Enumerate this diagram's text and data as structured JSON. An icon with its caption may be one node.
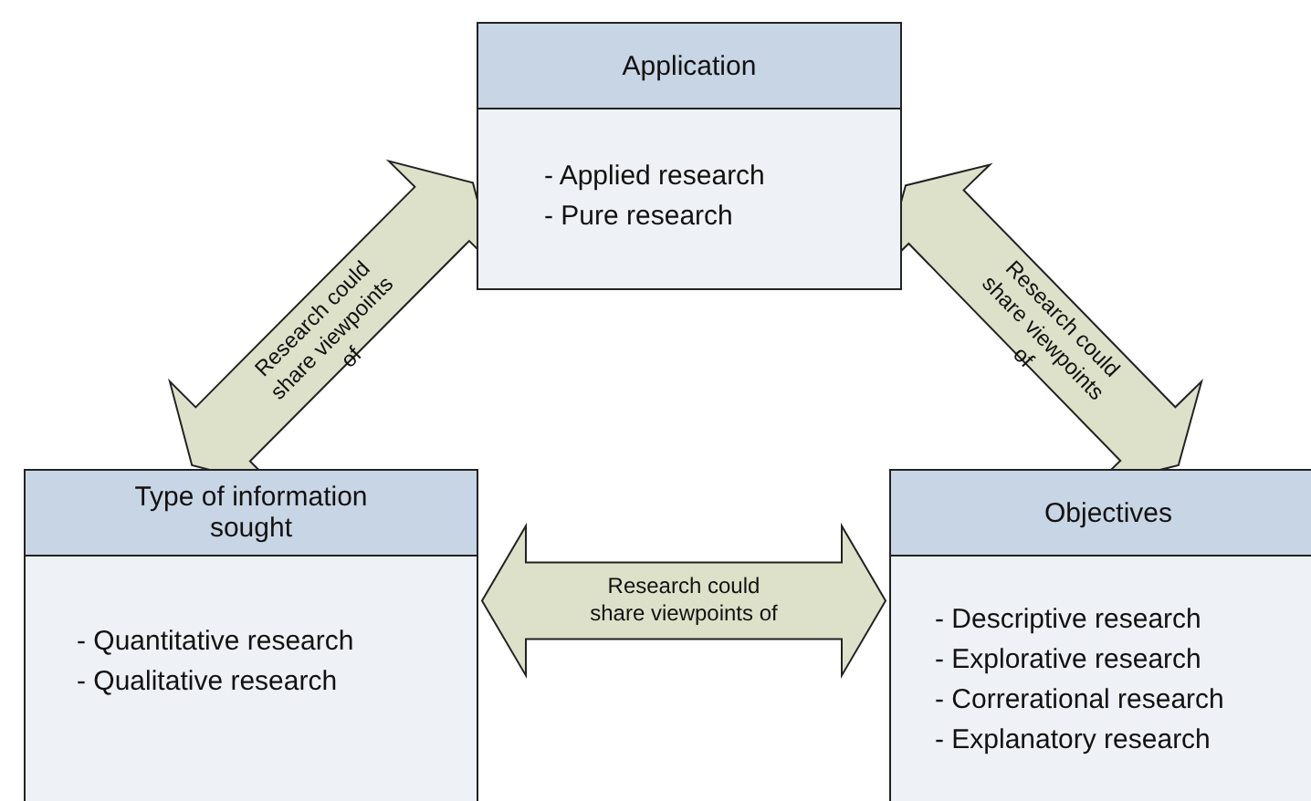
{
  "diagram": {
    "nodes": [
      {
        "text": [
          "Application",
          "- Applied research",
          "- Pure research"
        ]
      },
      {
        "text": [
          "Type of information sought",
          "- Quantitative research",
          "- Qualitative research"
        ]
      },
      {
        "text": [
          "Objectives",
          "- Descriptive research",
          "- Explorative research",
          "- Correrational research",
          "- Explanatory research"
        ]
      }
    ],
    "edges": [
      {
        "from": 1,
        "to": 0,
        "arrow": "both",
        "label": "Research could share viewpoints of"
      },
      {
        "from": 0,
        "to": 2,
        "arrow": "both",
        "label": "Research could share viewpoints of"
      },
      {
        "from": 1,
        "to": 2,
        "arrow": "both",
        "label": "Research could share viewpoints of"
      }
    ]
  }
}
